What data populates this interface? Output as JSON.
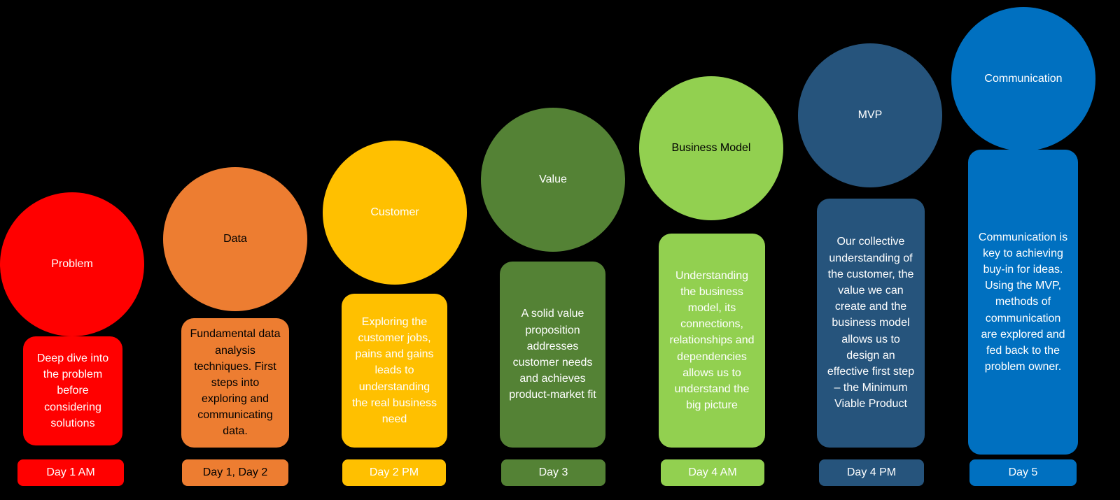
{
  "background_color": "#000000",
  "columns": [
    {
      "id": "problem",
      "title": "Problem",
      "description": "Deep dive into the problem before considering solutions",
      "day": "Day 1 AM",
      "color": "#FF0000",
      "circle_text_color": "#FFFFFF",
      "text_color": "#FFFFFF"
    },
    {
      "id": "data",
      "title": "Data",
      "description": "Fundamental data analysis techniques.  First steps into exploring and communicating data.",
      "day": "Day 1, Day 2",
      "color": "#ED7D31",
      "circle_text_color": "#000000",
      "text_color": "#000000"
    },
    {
      "id": "customer",
      "title": "Customer",
      "description": "Exploring the customer jobs, pains and gains leads to understanding the real business need",
      "day": "Day 2 PM",
      "color": "#FFC000",
      "circle_text_color": "#FFFFFF",
      "text_color": "#FFFFFF"
    },
    {
      "id": "value",
      "title": "Value",
      "description": "A solid value proposition addresses customer needs and achieves product-market fit",
      "day": "Day 3",
      "color": "#548235",
      "circle_text_color": "#FFFFFF",
      "text_color": "#FFFFFF"
    },
    {
      "id": "business-model",
      "title": "Business Model",
      "description": "Understanding the business model, its connections, relationships and dependencies allows us to understand the big picture",
      "day": "Day 4 AM",
      "color": "#92D050",
      "circle_text_color": "#000000",
      "text_color": "#FFFFFF"
    },
    {
      "id": "mvp",
      "title": "MVP",
      "description": "Our collective understanding of the customer, the value we can create and the business model allows us to design an effective first step – the Minimum Viable Product",
      "day": "Day 4 PM",
      "color": "#26547C",
      "circle_text_color": "#FFFFFF",
      "text_color": "#FFFFFF"
    },
    {
      "id": "communication",
      "title": "Communication",
      "description": "Communication is key to achieving buy-in for ideas. Using the MVP, methods of communication are explored and fed back to the problem owner.",
      "day": "Day 5",
      "color": "#0070C0",
      "circle_text_color": "#FFFFFF",
      "text_color": "#FFFFFF"
    }
  ]
}
